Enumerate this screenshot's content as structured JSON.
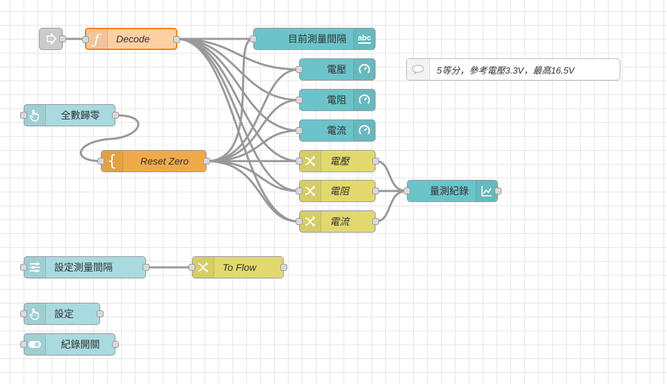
{
  "colors": {
    "inject": "#d6d6d6",
    "function": "#fdd0a2",
    "function_selected_border": "#ff7f0e",
    "text_node": "#6cc3c9",
    "gauge": "#6cc3c9",
    "change": "#e2d96e",
    "chart": "#6cc3c9",
    "button": "#a8dadf",
    "template": "#f0a949",
    "wire": "#999999"
  },
  "nodes": {
    "inject": {
      "label": "",
      "icon": "inject-arrow-icon"
    },
    "decode": {
      "label": "Decode",
      "icon": "function-icon"
    },
    "text_interval": {
      "label": "目前測量間隔",
      "icon": "abc-icon"
    },
    "gauge_voltage": {
      "label": "電壓",
      "icon": "gauge-icon"
    },
    "gauge_resistance": {
      "label": "電阻",
      "icon": "gauge-icon"
    },
    "gauge_current": {
      "label": "電流",
      "icon": "gauge-icon"
    },
    "change_voltage": {
      "label": "電壓",
      "icon": "shuffle-icon"
    },
    "change_resistance": {
      "label": "電阻",
      "icon": "shuffle-icon"
    },
    "change_current": {
      "label": "電流",
      "icon": "shuffle-icon"
    },
    "chart_log": {
      "label": "量測紀錄",
      "icon": "line-chart-icon"
    },
    "button_reset_all": {
      "label": "全數歸零",
      "icon": "hand-icon"
    },
    "reset_zero": {
      "label": "Reset Zero",
      "icon": "brace-icon"
    },
    "slider_interval": {
      "label": "設定測量間隔",
      "icon": "sliders-icon"
    },
    "to_flow": {
      "label": "To Flow",
      "icon": "shuffle-icon"
    },
    "button_settings": {
      "label": "設定",
      "icon": "hand-icon"
    },
    "switch_log": {
      "label": "紀錄開關",
      "icon": "toggle-icon"
    }
  },
  "comment": {
    "text": "5等分，參考電壓3.3V，最高16.5V",
    "icon": "speech-bubble-icon"
  }
}
